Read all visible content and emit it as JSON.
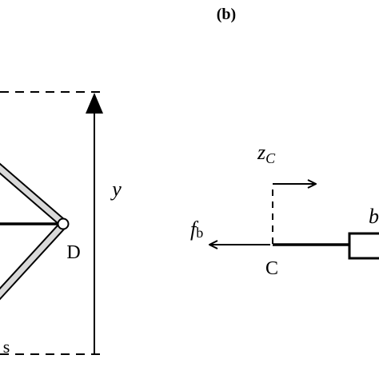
{
  "panel_label": "(b)",
  "axis": {
    "y_label": "y"
  },
  "points": {
    "D": "D",
    "C": "C",
    "bottom_left_partial": "s"
  },
  "labels": {
    "zc_main": "z",
    "zc_sub": "C",
    "fb_main": "f",
    "fb_sub": "b",
    "b_partial": "b"
  },
  "colors": {
    "line": "#000000",
    "link_fill": "#d9d9d9"
  }
}
